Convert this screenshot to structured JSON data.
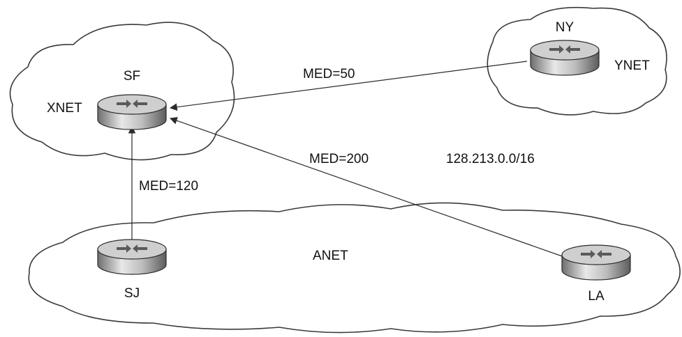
{
  "clouds": {
    "xnet": {
      "name": "XNET"
    },
    "ynet": {
      "name": "YNET"
    },
    "anet": {
      "name": "ANET"
    }
  },
  "routers": {
    "sf": {
      "label": "SF"
    },
    "ny": {
      "label": "NY"
    },
    "sj": {
      "label": "SJ"
    },
    "la": {
      "label": "LA"
    }
  },
  "links": {
    "ny_to_sf": {
      "label": "MED=50"
    },
    "sj_to_sf": {
      "label": "MED=120"
    },
    "la_to_sf": {
      "label": "MED=200"
    }
  },
  "prefix": "128.213.0.0/16"
}
